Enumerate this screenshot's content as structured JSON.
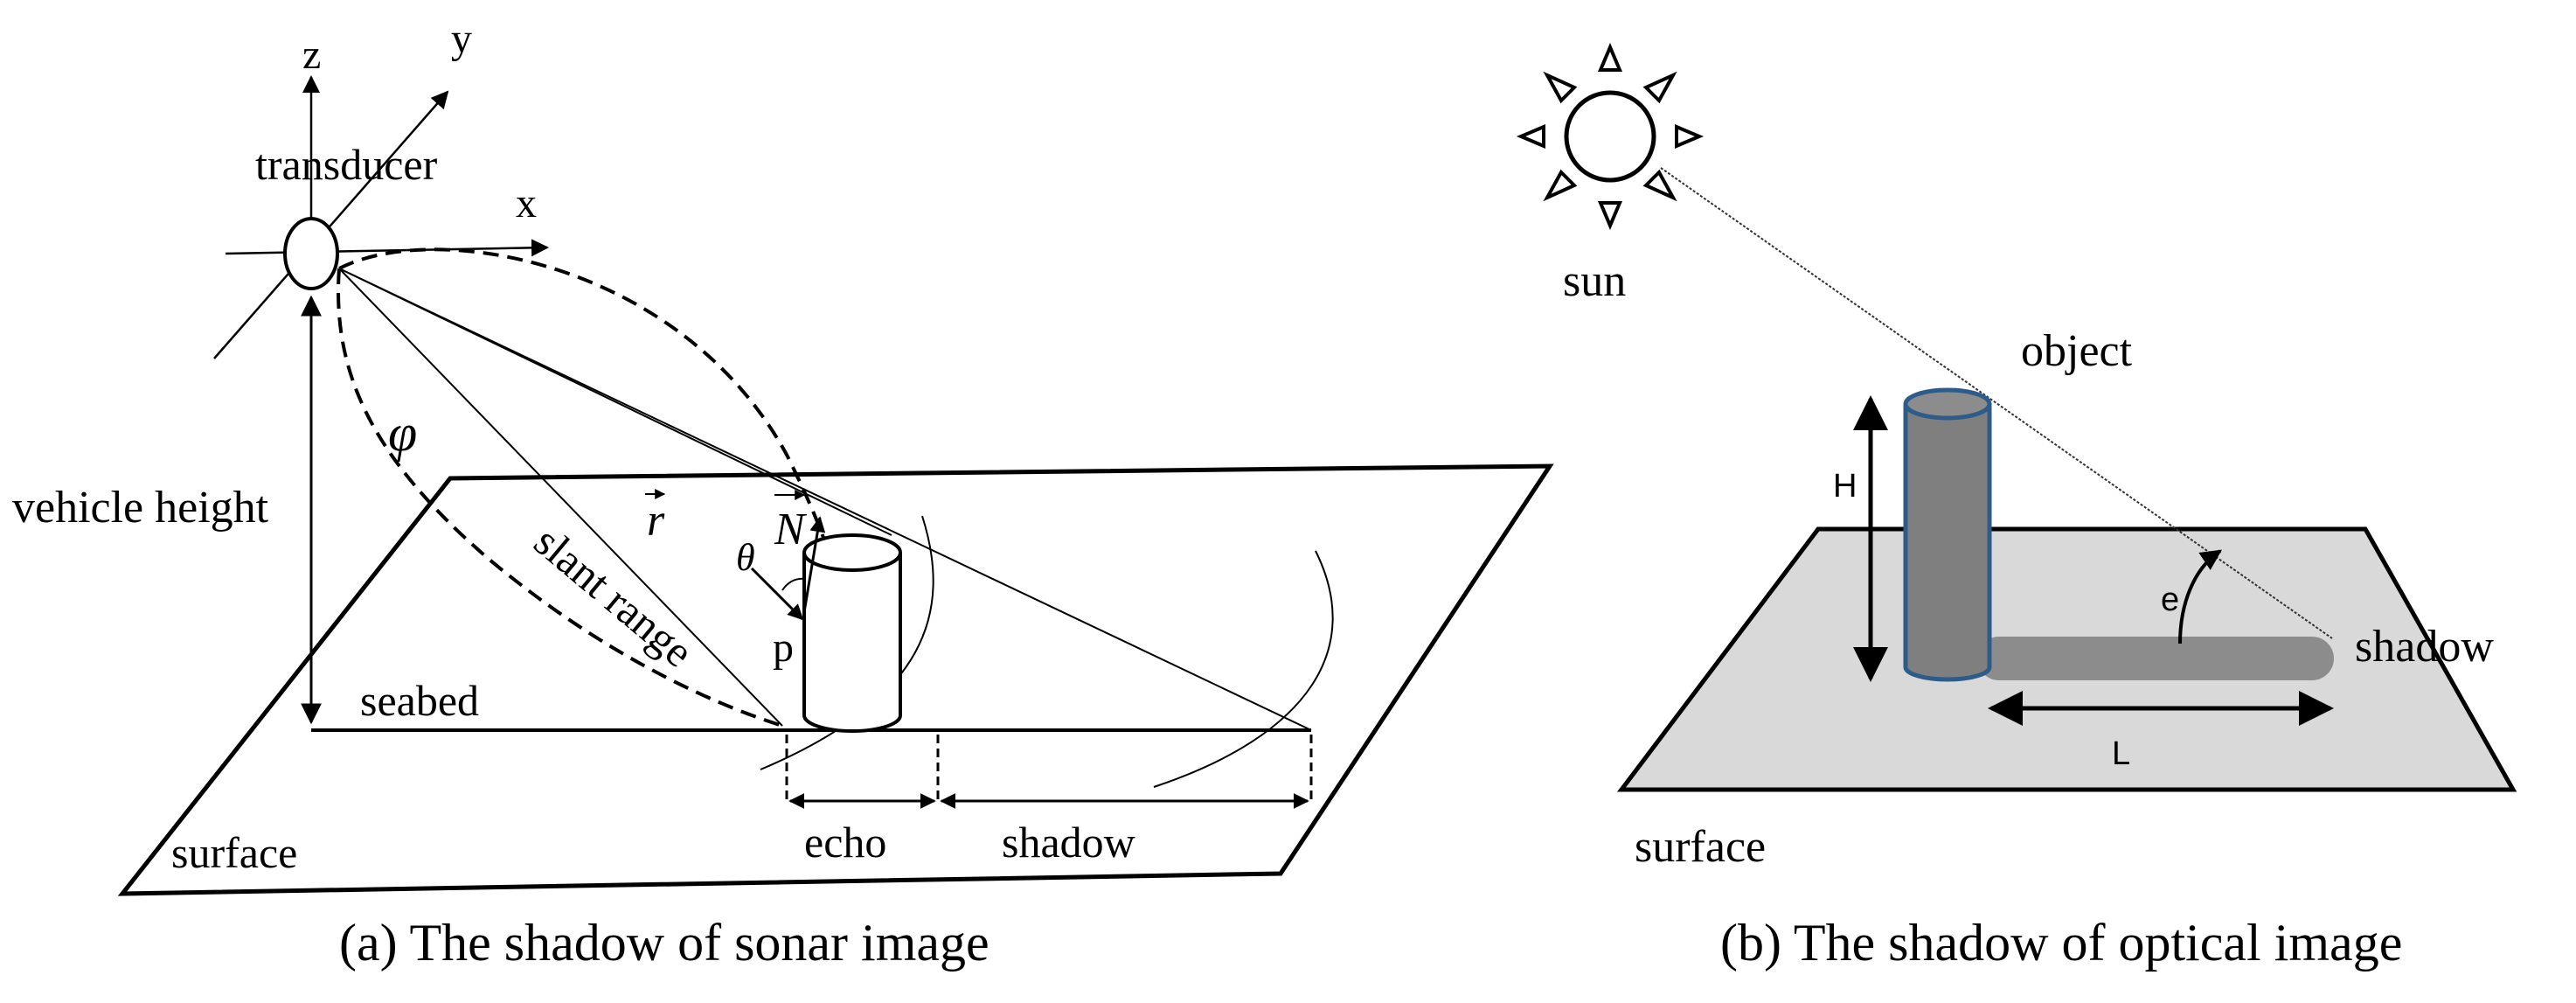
{
  "panel_a": {
    "caption": "(a) The shadow of sonar image",
    "labels": {
      "axis_z": "z",
      "axis_y": "y",
      "axis_x": "x",
      "transducer": "transducer",
      "vehicle_height": "vehicle height",
      "phi": "φ",
      "slant_range": "slant range",
      "r_vector": "r",
      "n_vector": "N",
      "theta": "θ",
      "point_p": "p",
      "seabed": "seabed",
      "surface": "surface",
      "echo": "echo",
      "shadow": "shadow"
    }
  },
  "panel_b": {
    "caption": "(b) The shadow of optical image",
    "labels": {
      "sun": "sun",
      "object": "object",
      "height": "H",
      "elevation": "e",
      "shadow": "shadow",
      "length": "L",
      "surface": "surface"
    }
  },
  "colors": {
    "line": "#000000",
    "surface_fill": "#d9d9d9",
    "object_fill": "#7f7f7f",
    "object_outline": "#2e5c8a",
    "shadow_fill": "#8c8c8c"
  }
}
